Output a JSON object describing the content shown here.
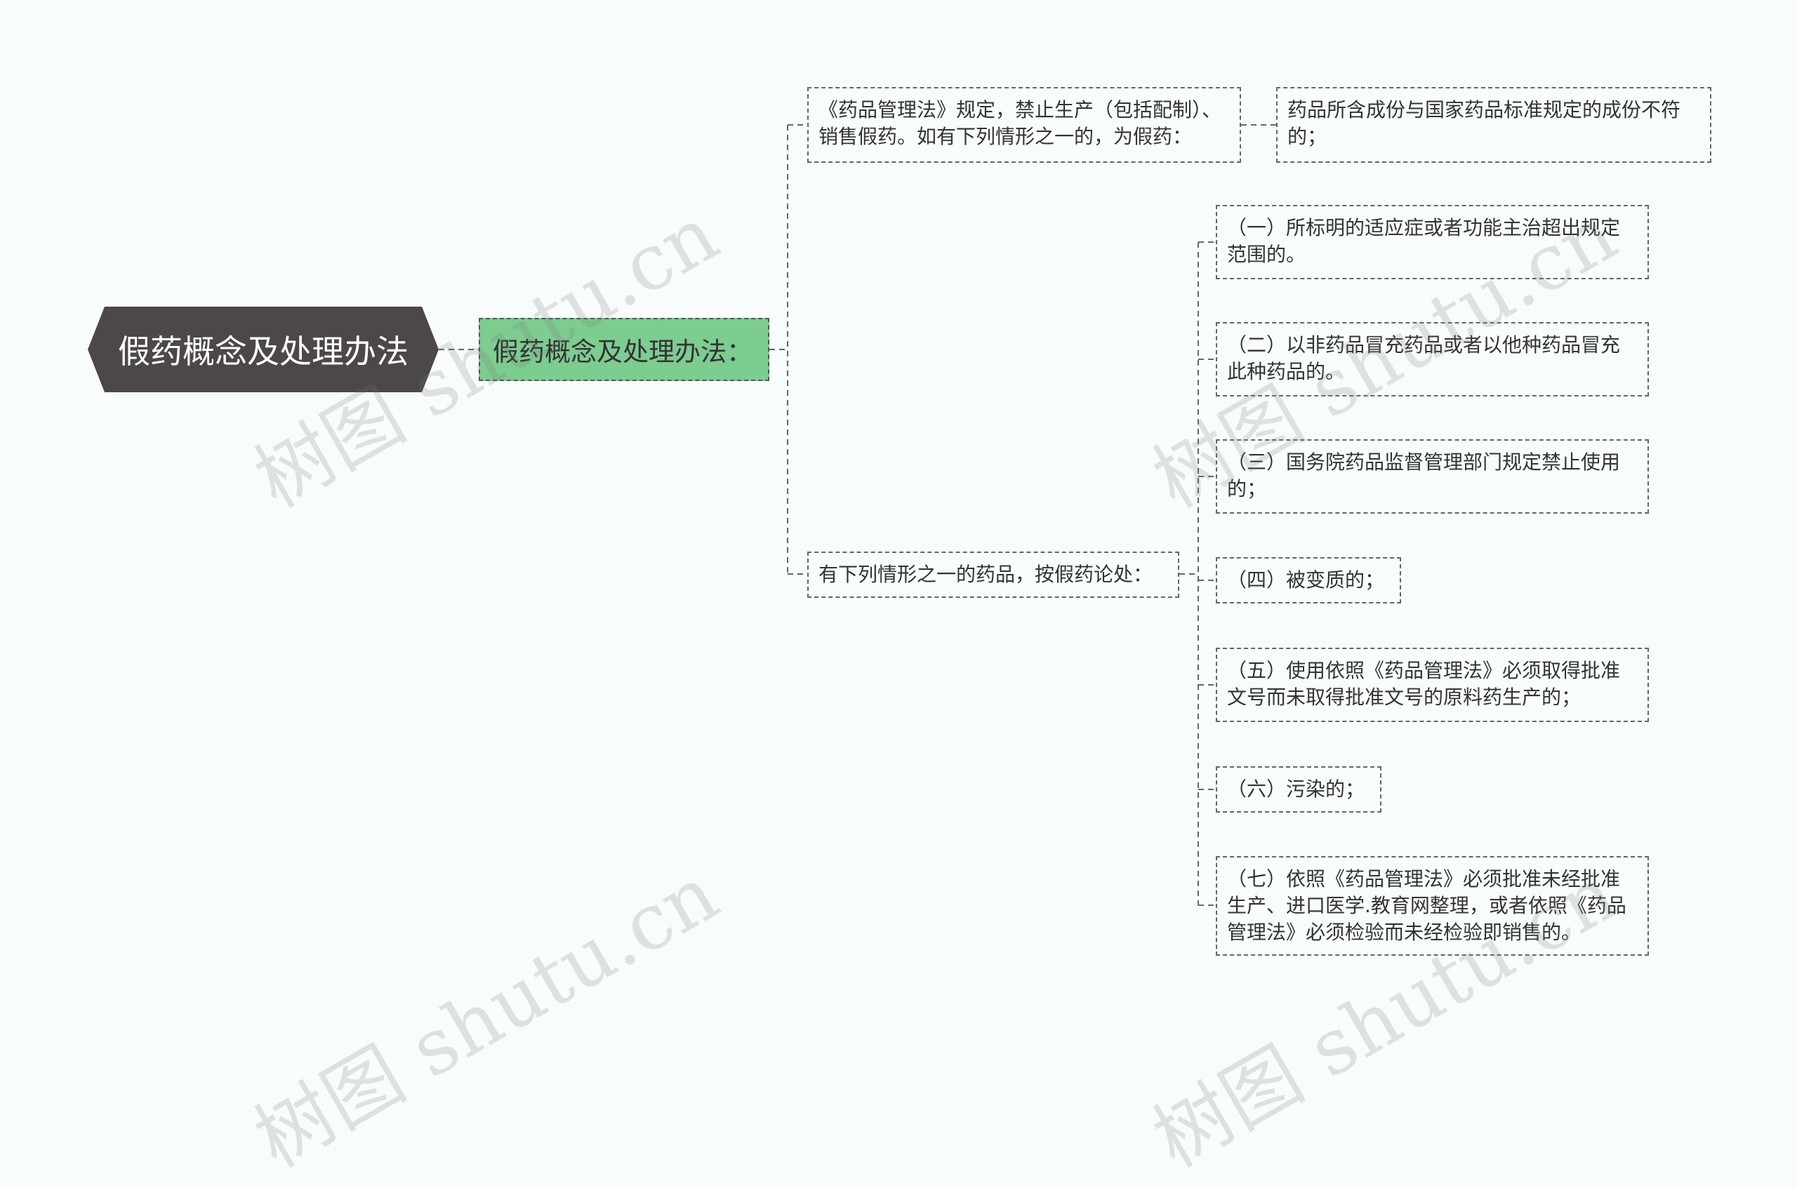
{
  "root": {
    "label": "假药概念及处理办法"
  },
  "sub": {
    "label": "假药概念及处理办法："
  },
  "branch1": {
    "label": "《药品管理法》规定，禁止生产（包括配制）、销售假药。如有下列情形之一的，为假药：",
    "children": [
      "药品所含成份与国家药品标准规定的成份不符的；"
    ]
  },
  "branch2": {
    "label": "有下列情形之一的药品，按假药论处：",
    "children": [
      "（一）所标明的适应症或者功能主治超出规定范围的。",
      "（二）以非药品冒充药品或者以他种药品冒充此种药品的。",
      "（三）国务院药品监督管理部门规定禁止使用的；",
      "（四）被变质的；",
      "（五）使用依照《药品管理法》必须取得批准文号而未取得批准文号的原料药生产的；",
      "（六）污染的；",
      "（七）依照《药品管理法》必须批准未经批准生产、进口医学.教育网整理，或者依照《药品管理法》必须检验而未经检验即销售的。"
    ]
  },
  "watermarks": [
    "树图 shutu.cn",
    "树图 shutu.cn",
    "树图 shutu.cn",
    "树图 shutu.cn"
  ],
  "colors": {
    "root_bg": "#4c4748",
    "sub_bg": "#7dcc90",
    "line": "#666666"
  }
}
